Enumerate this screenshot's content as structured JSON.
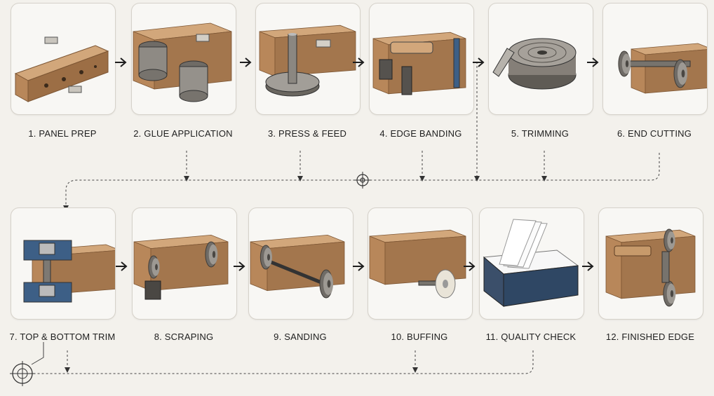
{
  "steps": [
    {
      "label": "1. PANEL PREP",
      "illustration": "panel-prep"
    },
    {
      "label": "2. GLUE APPLICATION",
      "illustration": "glue-application"
    },
    {
      "label": "3. PRESS & FEED",
      "illustration": "press-feed"
    },
    {
      "label": "4. EDGE BANDING",
      "illustration": "edge-banding"
    },
    {
      "label": "5. TRIMMING",
      "illustration": "trimming"
    },
    {
      "label": "6. END CUTTING",
      "illustration": "end-cutting"
    },
    {
      "label": "7. TOP & BOTTOM TRIM",
      "illustration": "top-bottom-trim"
    },
    {
      "label": "8. SCRAPING",
      "illustration": "scraping"
    },
    {
      "label": "9. SANDING",
      "illustration": "sanding"
    },
    {
      "label": "10. BUFFING",
      "illustration": "buffing"
    },
    {
      "label": "11. QUALITY CHECK",
      "illustration": "quality-check"
    },
    {
      "label": "12. FINISHED EDGE",
      "illustration": "finished-edge"
    }
  ],
  "icons": {
    "arrow": "arrow-right-icon",
    "target": "crosshair-target-icon"
  },
  "colors": {
    "background": "#f3f1ec",
    "card": "#f8f7f4",
    "wood": "#b8875a",
    "metal": "#8a8680",
    "blue": "#3d5f86",
    "ink": "#1e1e1e"
  }
}
